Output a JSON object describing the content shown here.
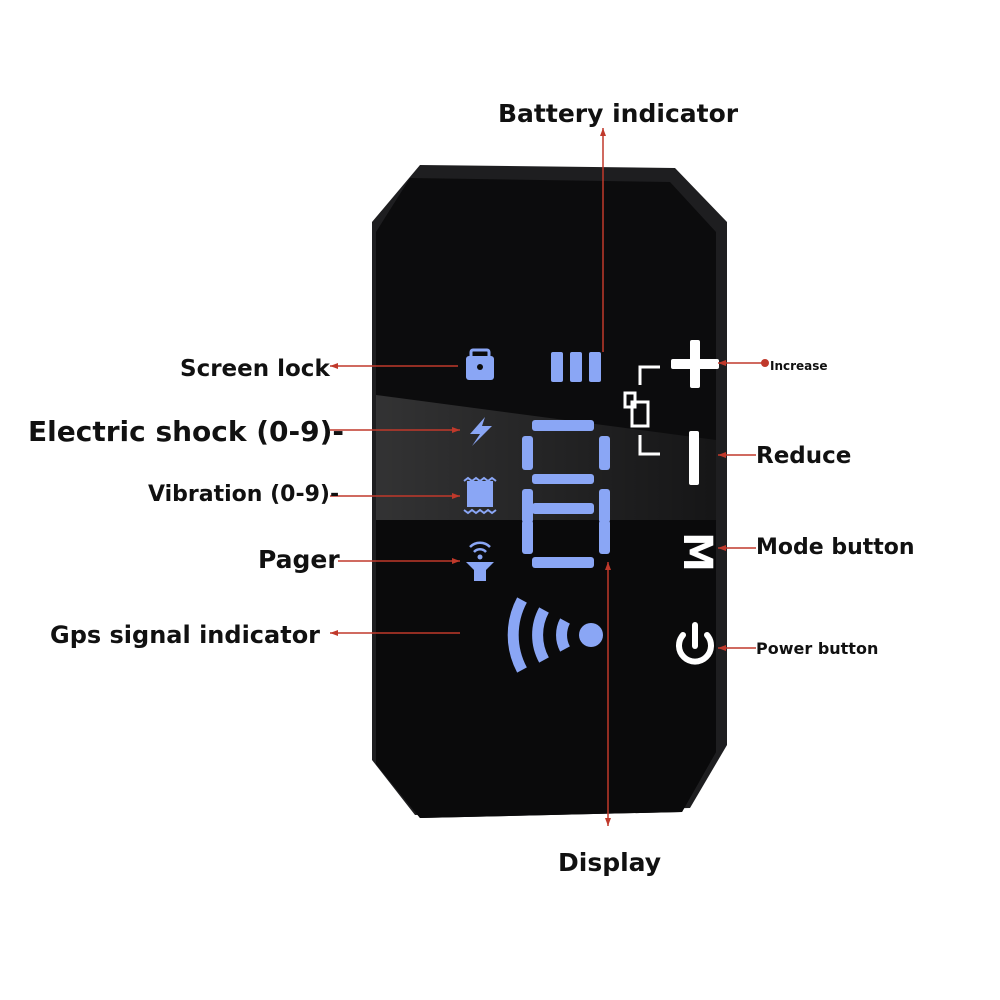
{
  "labels": {
    "battery": "Battery indicator",
    "screen_lock": "Screen lock",
    "electric_shock": "Electric shock (0-9)-",
    "vibration": "Vibration (0-9)-",
    "pager": "Pager",
    "gps": "Gps signal indicator",
    "display": "Display",
    "increase": "Increase",
    "reduce": "Reduce",
    "mode": "Mode button",
    "power": "Power button"
  },
  "buttons": {
    "mode_glyph": "M"
  },
  "colors": {
    "device_body": "#0c0c0d",
    "device_edge": "#1e1e20",
    "led_blue": "#8aa6f5",
    "button_white": "#ffffff",
    "pointer_red": "#c0392b",
    "text": "#111111"
  },
  "icons": [
    "lock-icon",
    "battery-bars-icon",
    "lightning-icon",
    "vibration-icon",
    "pager-icon",
    "gps-signal-icon",
    "plus-icon",
    "minus-icon",
    "mode-icon",
    "power-icon",
    "mode-bracket-icon"
  ]
}
